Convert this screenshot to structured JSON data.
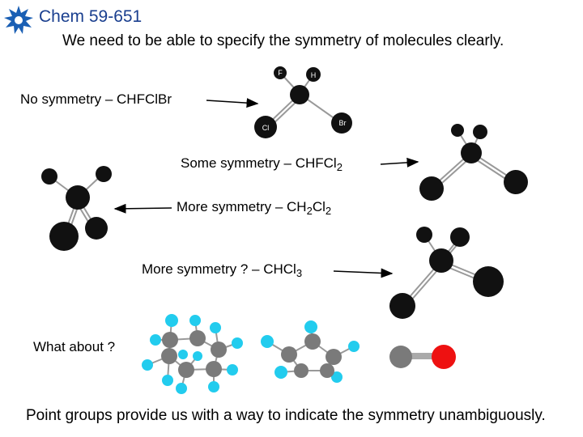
{
  "header": {
    "course_title": "Chem 59-651",
    "logo_icon": "snowflake-logo-icon",
    "logo_color": "#1a5fb4"
  },
  "subtitle": "We need to be able to specify the symmetry of molecules clearly.",
  "rows": [
    {
      "label": "No symmetry – CHFClBr"
    },
    {
      "label_prefix": "Some symmetry – CHFCl",
      "sub": "2",
      "label_suffix": ""
    },
    {
      "label_prefix": "More symmetry – CH",
      "sub1": "2",
      "mid": "Cl",
      "sub2": "2"
    },
    {
      "label_prefix": "More symmetry ? – CHCl",
      "sub": "3",
      "label_suffix": ""
    }
  ],
  "what_about": "What about ?",
  "footer": "Point groups provide us with a way to indicate the symmetry unambiguously.",
  "colors": {
    "carbon": "#111111",
    "hydrogen_gray": "#7a7a7a",
    "cyan": "#22ccee",
    "red": "#ee1111",
    "title": "#1a3f8f"
  },
  "atom_letters": {
    "fluorine": "F",
    "hydrogen": "H",
    "chlorine": "Cl",
    "bromine": "Br"
  }
}
